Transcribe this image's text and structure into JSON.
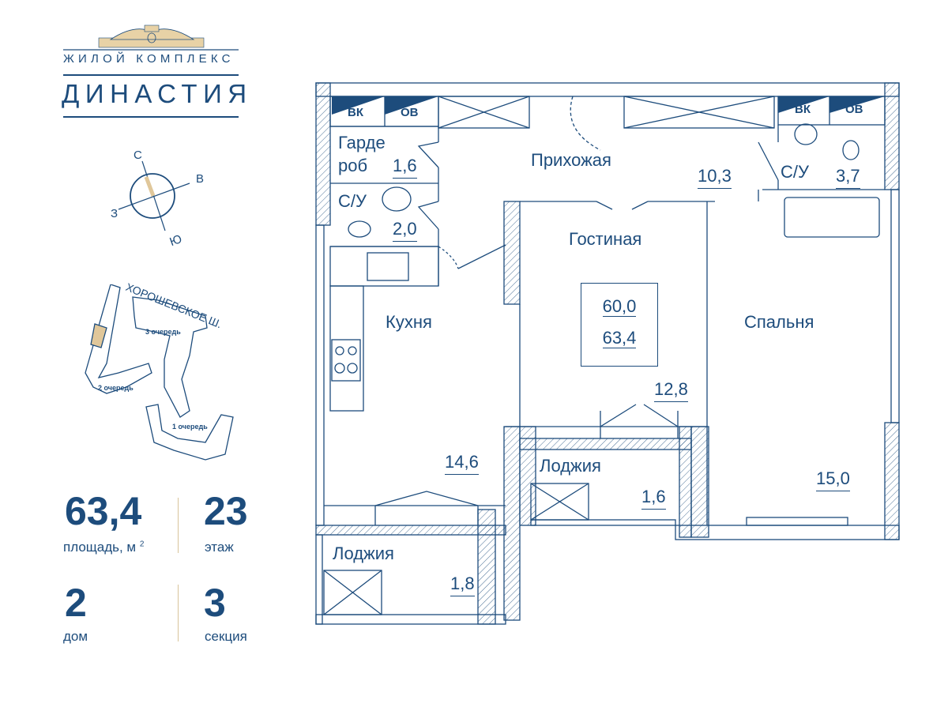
{
  "logo": {
    "subtitle": "ЖИЛОЙ КОМПЛЕКС",
    "title": "ДИНАСТИЯ"
  },
  "compass": {
    "north": "С",
    "east": "В",
    "west": "З",
    "south": "Ю"
  },
  "site_map": {
    "street": "ХОРОШЕВСКОЕ Ш.",
    "queues": [
      "3 очередь",
      "2 очередь",
      "1 очередь"
    ],
    "highlight_color": "#e0c79a"
  },
  "stats": {
    "area_value": "63,4",
    "area_label": "площадь, м",
    "area_unit_sup": "2",
    "floor_value": "23",
    "floor_label": "этаж",
    "house_value": "2",
    "house_label": "дом",
    "section_value": "3",
    "section_label": "секция"
  },
  "plan": {
    "tags": {
      "vk": "ВК",
      "ov": "ОВ"
    },
    "rooms": {
      "wardrobe": {
        "name1": "Гарде",
        "name2": "роб",
        "area": "1,6"
      },
      "bath_left": {
        "name": "С/У",
        "area": "2,0"
      },
      "hallway": {
        "name": "Прихожая",
        "area": "10,3"
      },
      "bath_right": {
        "name": "С/У",
        "area": "3,7"
      },
      "living": {
        "name": "Гостиная",
        "area": "12,8"
      },
      "kitchen": {
        "name": "Кухня",
        "area": "14,6"
      },
      "bedroom": {
        "name": "Спальня",
        "area": "15,0"
      },
      "loggia_mid": {
        "name": "Лоджия",
        "area": "1,6"
      },
      "loggia_bottom": {
        "name": "Лоджия",
        "area": "1,8"
      }
    },
    "totals": {
      "living_area": "60,0",
      "total_area": "63,4"
    }
  },
  "colors": {
    "primary": "#1d4c7c",
    "accent": "#e0c79a"
  }
}
